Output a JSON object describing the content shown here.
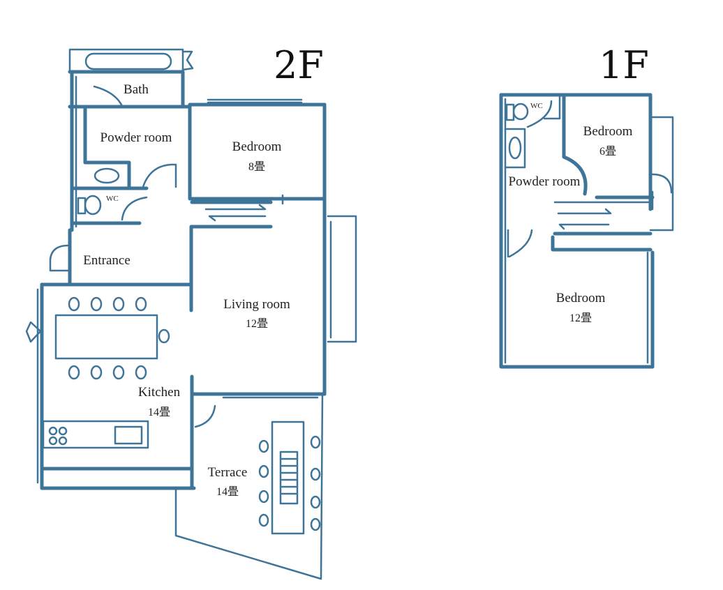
{
  "floors": {
    "second": {
      "title": "2F",
      "rooms": {
        "bath": "Bath",
        "powder_room": "Powder room",
        "bedroom": "Bedroom",
        "bedroom_size": "8畳",
        "wc": "WC",
        "entrance": "Entrance",
        "living_room": "Living room",
        "living_room_size": "12畳",
        "kitchen": "Kitchen",
        "kitchen_size": "14畳",
        "terrace": "Terrace",
        "terrace_size": "14畳"
      }
    },
    "first": {
      "title": "1F",
      "rooms": {
        "wc": "WC",
        "bedroom_small": "Bedroom",
        "bedroom_small_size": "6畳",
        "powder_room": "Powder room",
        "bedroom_large": "Bedroom",
        "bedroom_large_size": "12畳"
      }
    }
  },
  "colors": {
    "wall": "#3f7499",
    "text": "#222222",
    "background": "#ffffff"
  }
}
